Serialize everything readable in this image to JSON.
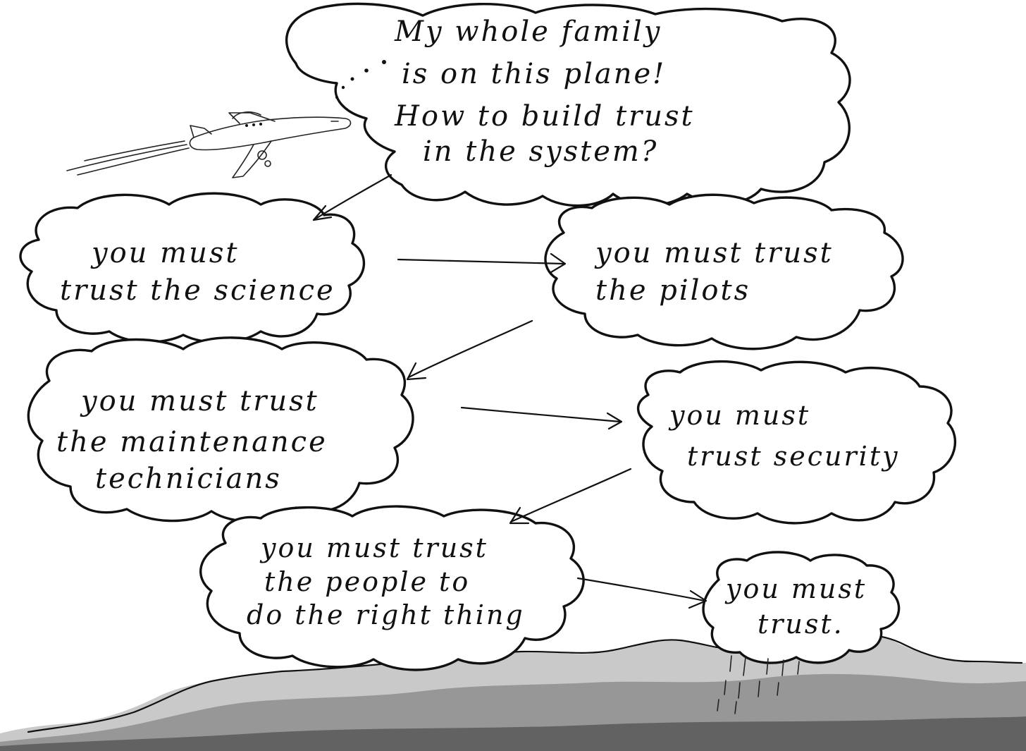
{
  "clouds": {
    "plane": [
      "My whole family",
      "is on this plane!",
      "How to build trust",
      "in the system?"
    ],
    "science": [
      "you must",
      "trust the science"
    ],
    "pilots": [
      "you must trust",
      "the pilots"
    ],
    "maintenance": [
      "you must trust",
      "the maintenance",
      "technicians"
    ],
    "security": [
      "you must",
      "trust security"
    ],
    "people": [
      "you must trust",
      "the people to",
      "do the right thing"
    ],
    "final": [
      "you must",
      "trust."
    ]
  },
  "icons": {
    "plane": "airplane-icon",
    "rain": "rain-streaks",
    "ground": "scribbled-hills"
  },
  "colors": {
    "ink": "#111111",
    "paper": "#ffffff",
    "shading": "#8a8a8a"
  }
}
